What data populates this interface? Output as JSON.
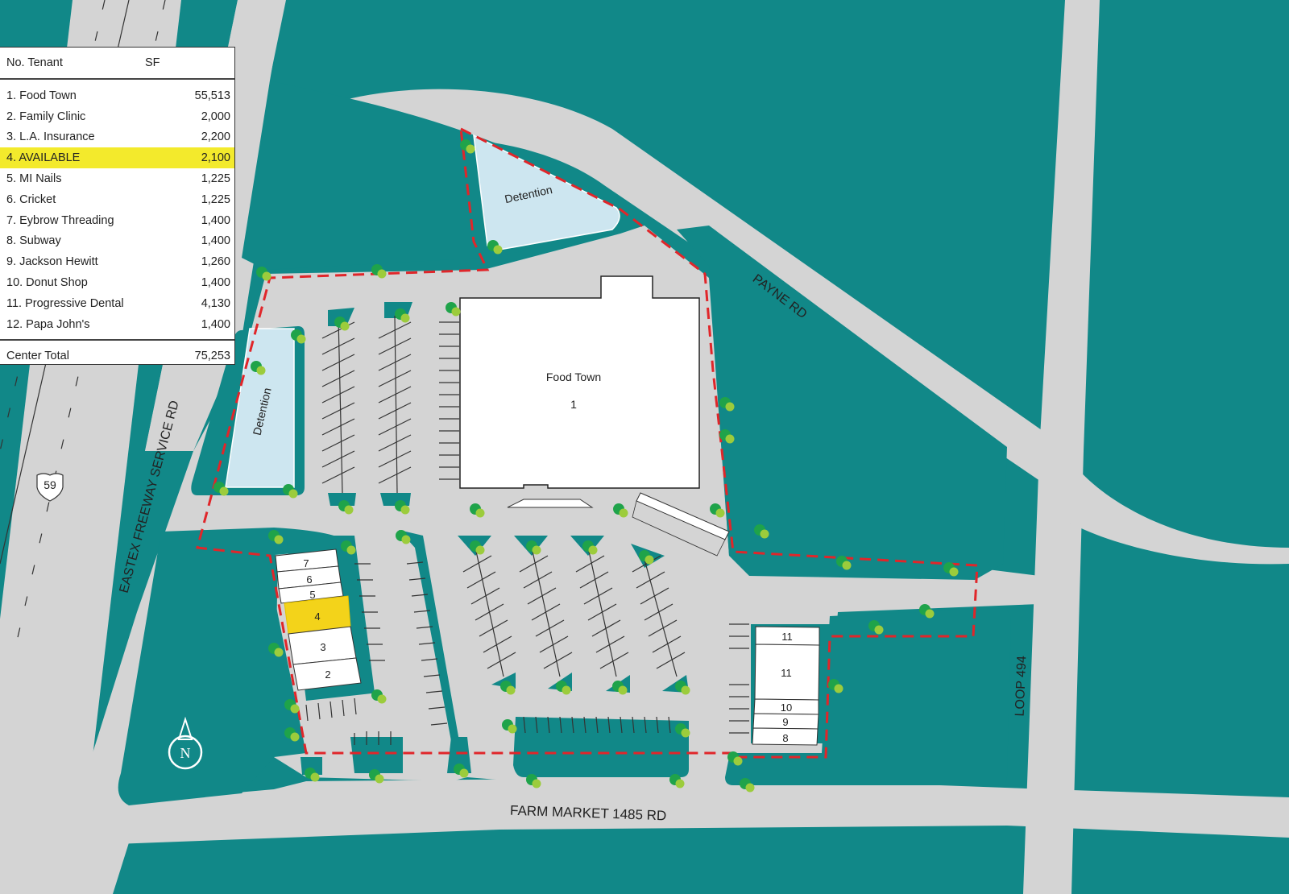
{
  "colors": {
    "land": "#118888",
    "pavement": "#d4d4d4",
    "building": "#ffffff",
    "water": "#cde6f0",
    "boundary": "#e0262a",
    "available": "#f3d31a",
    "highlight": "#f3ea2c",
    "tree_dark": "#1fa34a",
    "tree_light": "#9ccc3c"
  },
  "legend": {
    "header": {
      "no_tenant": "No. Tenant",
      "sf": "SF"
    },
    "rows": [
      {
        "label": "1. Food Town",
        "sf": "55,513",
        "highlight": false
      },
      {
        "label": "2. Family Clinic",
        "sf": "2,000",
        "highlight": false
      },
      {
        "label": "3. L.A. Insurance",
        "sf": "2,200",
        "highlight": false
      },
      {
        "label": "4. AVAILABLE",
        "sf": "2,100",
        "highlight": true
      },
      {
        "label": "5. MI Nails",
        "sf": "1,225",
        "highlight": false
      },
      {
        "label": "6. Cricket",
        "sf": "1,225",
        "highlight": false
      },
      {
        "label": "7. Eybrow Threading",
        "sf": "1,400",
        "highlight": false
      },
      {
        "label": "8. Subway",
        "sf": "1,400",
        "highlight": false
      },
      {
        "label": "9. Jackson Hewitt",
        "sf": "1,260",
        "highlight": false
      },
      {
        "label": "10. Donut Shop",
        "sf": "1,400",
        "highlight": false
      },
      {
        "label": "11. Progressive Dental",
        "sf": "4,130",
        "highlight": false
      },
      {
        "label": "12. Papa John's",
        "sf": "1,400",
        "highlight": false
      }
    ],
    "total": {
      "label": "Center Total",
      "sf": "75,253"
    }
  },
  "roads": {
    "payne": "PAYNE RD",
    "eastex": "EASTEX FREEWAY SERVICE RD",
    "loop": "LOOP 494",
    "farm_market": "FARM MARKET 1485 RD",
    "highway_shield": "59"
  },
  "map_labels": {
    "detention_top": "Detention",
    "detention_left": "Detention",
    "anchor_name": "Food Town",
    "anchor_no": "1",
    "north": "N"
  },
  "west_building_units": [
    "7",
    "6",
    "5",
    "4",
    "3",
    "2"
  ],
  "east_building_units": [
    "11",
    "11",
    "10",
    "9",
    "8"
  ]
}
